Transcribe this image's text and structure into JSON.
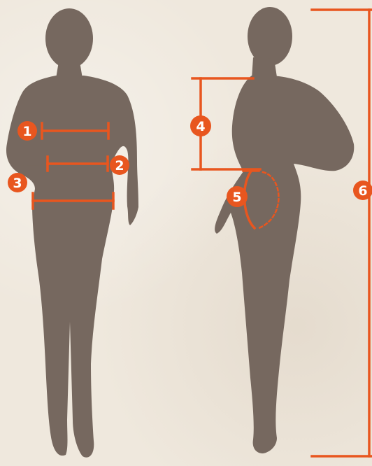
{
  "colors": {
    "background": "#efe8dd",
    "silhouette": "#76685f",
    "accent": "#e8561f"
  },
  "markers": [
    {
      "id": "m1",
      "label": "1"
    },
    {
      "id": "m2",
      "label": "2"
    },
    {
      "id": "m3",
      "label": "3"
    },
    {
      "id": "m4",
      "label": "4"
    },
    {
      "id": "m5",
      "label": "5"
    },
    {
      "id": "m6",
      "label": "6"
    }
  ]
}
